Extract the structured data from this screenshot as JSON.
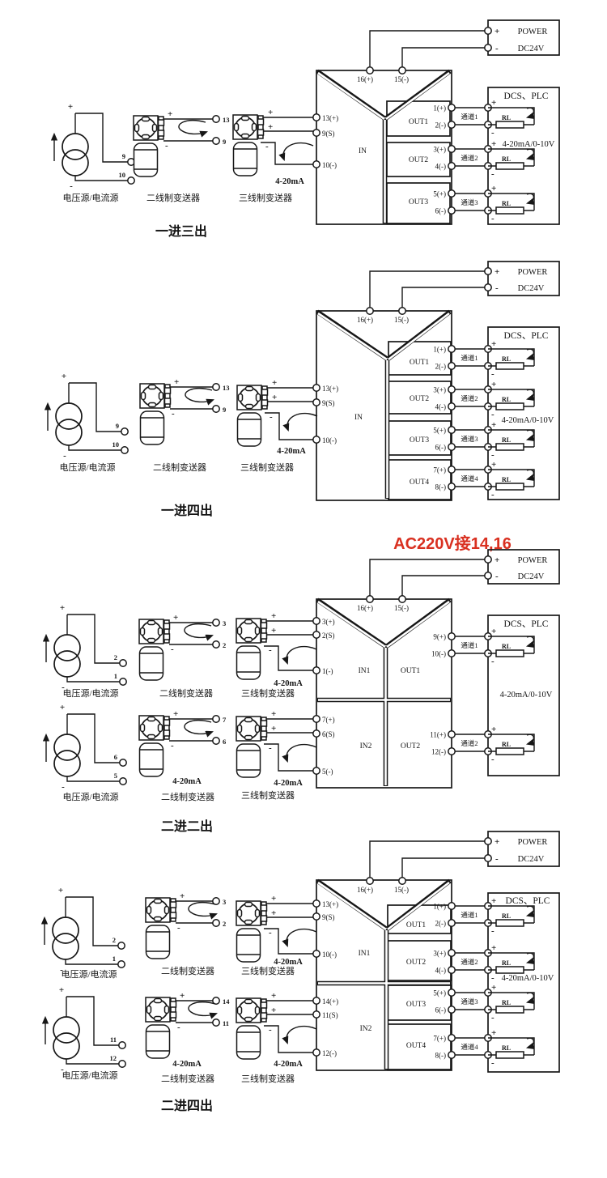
{
  "g": {
    "plus": "+",
    "minus": "-",
    "power": "POWER",
    "dc24": "DC24V",
    "dcs": "DCS、PLC",
    "range": "4-20mA/0-10V",
    "ma": "4-20mA",
    "rl": "RL",
    "src": "电压源/电流源",
    "w2": "二线制变送器",
    "w3": "三线制变送器",
    "t16": "16(+)",
    "t15": "15(-)",
    "ch": [
      "通道1",
      "通道2",
      "通道3",
      "通道4"
    ]
  },
  "note": {
    "text": "AC220V接14,16",
    "color": "#d93020"
  },
  "s1": {
    "cap": "一进三出",
    "in": "IN",
    "iterms": [
      "13(+)",
      "9(S)",
      "10(-)"
    ],
    "outs": [
      "OUT1",
      "OUT2",
      "OUT3"
    ],
    "oterms": [
      "1(+)",
      "2(-)",
      "3(+)",
      "4(-)",
      "5(+)",
      "6(-)"
    ],
    "src": [
      "9",
      "10"
    ],
    "w2": [
      "13",
      "9"
    ]
  },
  "s2": {
    "cap": "一进四出",
    "in": "IN",
    "iterms": [
      "13(+)",
      "9(S)",
      "10(-)"
    ],
    "outs": [
      "OUT1",
      "OUT2",
      "OUT3",
      "OUT4"
    ],
    "oterms": [
      "1(+)",
      "2(-)",
      "3(+)",
      "4(-)",
      "5(+)",
      "6(-)",
      "7(+)",
      "8(-)"
    ],
    "src": [
      "9",
      "10"
    ],
    "w2": [
      "13",
      "9"
    ]
  },
  "s3": {
    "cap": "二进二出",
    "ins": [
      "IN1",
      "IN2"
    ],
    "outs": [
      "OUT1",
      "OUT2"
    ],
    "i1": [
      "3(+)",
      "2(S)",
      "1(-)"
    ],
    "i2": [
      "7(+)",
      "6(S)",
      "5(-)"
    ],
    "oterms": [
      "9(+)",
      "10(-)",
      "11(+)",
      "12(-)"
    ],
    "src1": [
      "2",
      "1"
    ],
    "src2": [
      "6",
      "5"
    ],
    "w2a": [
      "3",
      "2"
    ],
    "w2b": [
      "7",
      "6"
    ]
  },
  "s4": {
    "cap": "二进四出",
    "ins": [
      "IN1",
      "IN2"
    ],
    "outs": [
      "OUT1",
      "OUT2",
      "OUT3",
      "OUT4"
    ],
    "i1": [
      "13(+)",
      "9(S)",
      "10(-)"
    ],
    "i2": [
      "14(+)",
      "11(S)",
      "12(-)"
    ],
    "oterms": [
      "1(+)",
      "2(-)",
      "3(+)",
      "4(-)",
      "5(+)",
      "6(-)",
      "7(+)",
      "8(-)"
    ],
    "src1": [
      "2",
      "1"
    ],
    "src2": [
      "11",
      "12"
    ],
    "w2a": [
      "3",
      "2"
    ],
    "w2b": [
      "14",
      "11"
    ]
  }
}
